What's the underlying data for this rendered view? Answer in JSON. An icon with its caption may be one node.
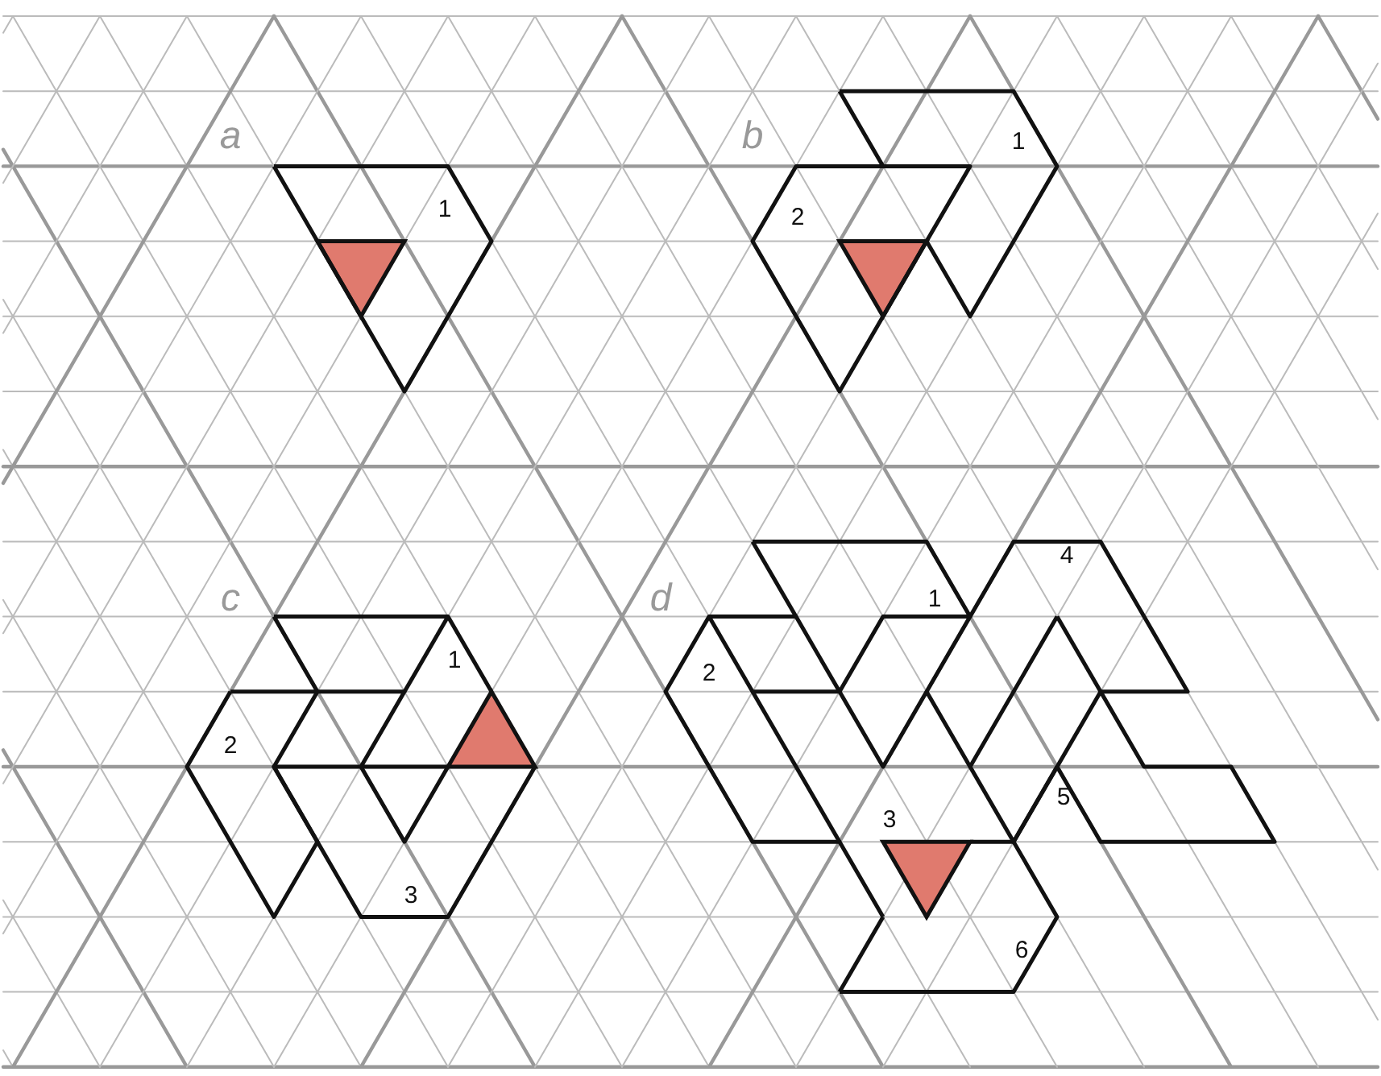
{
  "diagram": {
    "labels": [
      "a",
      "1",
      "b",
      "1",
      "2",
      "c",
      "1",
      "2",
      "3",
      "d",
      "4",
      "1",
      "2",
      "3",
      "5",
      "6"
    ]
  }
}
